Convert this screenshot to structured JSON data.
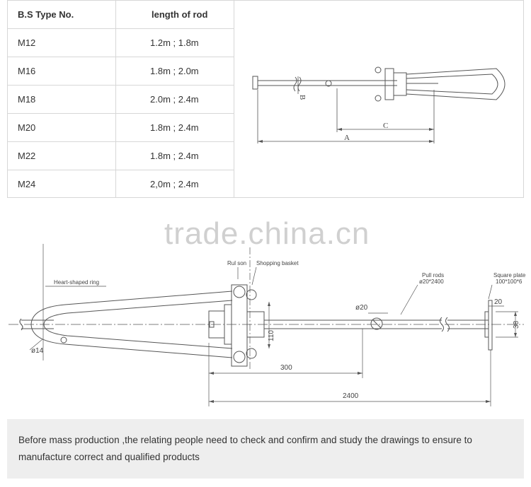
{
  "spec_table": {
    "headers": [
      "B.S Type No.",
      "length of rod"
    ],
    "rows": [
      [
        "M12",
        "1.2m ; 1.8m"
      ],
      [
        "M16",
        "1.8m ; 2.0m"
      ],
      [
        "M18",
        "2.0m ; 2.4m"
      ],
      [
        "M20",
        "1.8m ; 2.4m"
      ],
      [
        "M22",
        "1.8m ; 2.4m"
      ],
      [
        "M24",
        "2,0m ; 2.4m"
      ]
    ]
  },
  "small_drawing": {
    "labels": {
      "b": "B",
      "c": "C",
      "a": "A"
    }
  },
  "watermark": "trade.china.cn",
  "main_drawing": {
    "labels": {
      "rul_son": "Rul son",
      "shopping_basket": "Shopping basket",
      "heart_ring": "Heart-shaped ring",
      "pull_rods": "Pull rods",
      "pull_rods_spec": "ø20*2400",
      "square_plate": "Square plate",
      "square_plate_spec": "100*100*6",
      "dia20_rod": "ø20",
      "dia20_plate": "20",
      "dim_38": "38",
      "dia14": "ø14",
      "dim_110": "110",
      "dim_300": "300",
      "dim_2400": "2400"
    }
  },
  "note": "Before mass production ,the relating people need to check and confirm and study the drawings to ensure to manufacture correct and qualified products"
}
